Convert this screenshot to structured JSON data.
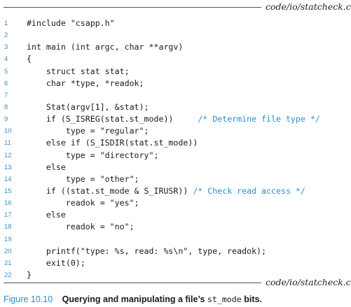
{
  "header": {
    "filename": "code/io/statcheck.c"
  },
  "footer": {
    "filename": "code/io/statcheck.c"
  },
  "code_lines": [
    {
      "num": "1",
      "text": "#include \"csapp.h\"",
      "comment": ""
    },
    {
      "num": "2",
      "text": "",
      "comment": ""
    },
    {
      "num": "3",
      "text": "int main (int argc, char **argv)",
      "comment": ""
    },
    {
      "num": "4",
      "text": "{",
      "comment": ""
    },
    {
      "num": "5",
      "text": "    struct stat stat;",
      "comment": ""
    },
    {
      "num": "6",
      "text": "    char *type, *readok;",
      "comment": ""
    },
    {
      "num": "7",
      "text": "",
      "comment": ""
    },
    {
      "num": "8",
      "text": "    Stat(argv[1], &stat);",
      "comment": ""
    },
    {
      "num": "9",
      "text": "    if (S_ISREG(stat.st_mode))     ",
      "comment": "/* Determine file type */"
    },
    {
      "num": "10",
      "text": "        type = \"regular\";",
      "comment": ""
    },
    {
      "num": "11",
      "text": "    else if (S_ISDIR(stat.st_mode))",
      "comment": ""
    },
    {
      "num": "12",
      "text": "        type = \"directory\";",
      "comment": ""
    },
    {
      "num": "13",
      "text": "    else",
      "comment": ""
    },
    {
      "num": "14",
      "text": "        type = \"other\";",
      "comment": ""
    },
    {
      "num": "15",
      "text": "    if ((stat.st_mode & S_IRUSR)) ",
      "comment": "/* Check read access */"
    },
    {
      "num": "16",
      "text": "        readok = \"yes\";",
      "comment": ""
    },
    {
      "num": "17",
      "text": "    else",
      "comment": ""
    },
    {
      "num": "18",
      "text": "        readok = \"no\";",
      "comment": ""
    },
    {
      "num": "19",
      "text": "",
      "comment": ""
    },
    {
      "num": "20",
      "text": "    printf(\"type: %s, read: %s\\n\", type, readok);",
      "comment": ""
    },
    {
      "num": "21",
      "text": "    exit(0);",
      "comment": ""
    },
    {
      "num": "22",
      "text": "}",
      "comment": ""
    }
  ],
  "caption": {
    "label": "Figure 10.10",
    "text_before": "Querying and manipulating a file’s ",
    "code": "st_mode",
    "text_after": " bits."
  },
  "colors": {
    "accent": "#2b8fc6",
    "line_number": "#3b8fc3",
    "text": "#1a1a1a",
    "rule": "#555555"
  }
}
